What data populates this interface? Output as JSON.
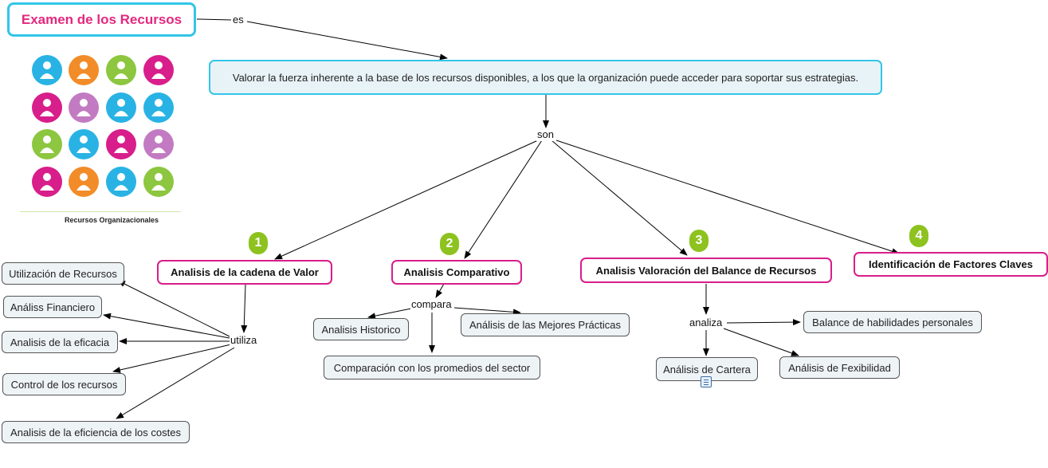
{
  "title": "Examen de los Recursos",
  "main": "Valorar la fuerza inherente a la base de los recursos disponibles, a los que la organización puede acceder para soportar sus estrategias.",
  "links": {
    "es": "es",
    "son": "son",
    "utiliza": "utiliza",
    "compara": "compara",
    "analiza": "analiza"
  },
  "image": {
    "caption": "Recursos Organizacionales",
    "icon_colors": [
      "#29b3e4",
      "#f28c28",
      "#8dc63f",
      "#d81e8a",
      "#d81e8a",
      "#c27bc2",
      "#29b3e4",
      "#29b3e4",
      "#8dc63f",
      "#29b3e4",
      "#d81e8a",
      "#c27bc2",
      "#d81e8a",
      "#f28c28",
      "#29b3e4",
      "#8dc63f"
    ]
  },
  "categories": [
    {
      "badge": "1",
      "label": "Analisis de la cadena de Valor"
    },
    {
      "badge": "2",
      "label": "Analisis Comparativo"
    },
    {
      "badge": "3",
      "label": "Analisis Valoración del Balance de Recursos"
    },
    {
      "badge": "4",
      "label": "Identificación de Factores Claves"
    }
  ],
  "leaves": {
    "cadena": [
      "Utilización de Recursos",
      "Análiss Financiero",
      "Analisis de la eficacia",
      "Control de los recursos",
      "Analisis de la eficiencia de los costes"
    ],
    "comparativo": [
      "Analisis Historico",
      "Análisis de las Mejores Prácticas",
      "Comparación con los promedios del sector"
    ],
    "balance": [
      "Balance de habilidades personales",
      "Análisis de Cartera",
      "Análisis de Fexibilidad"
    ]
  },
  "colors": {
    "title_border": "#33c5e8",
    "title_text": "#e3287e",
    "category_border": "#d81e8a",
    "badge": "#8dc21f",
    "main_fill": "#e8f3f7"
  }
}
